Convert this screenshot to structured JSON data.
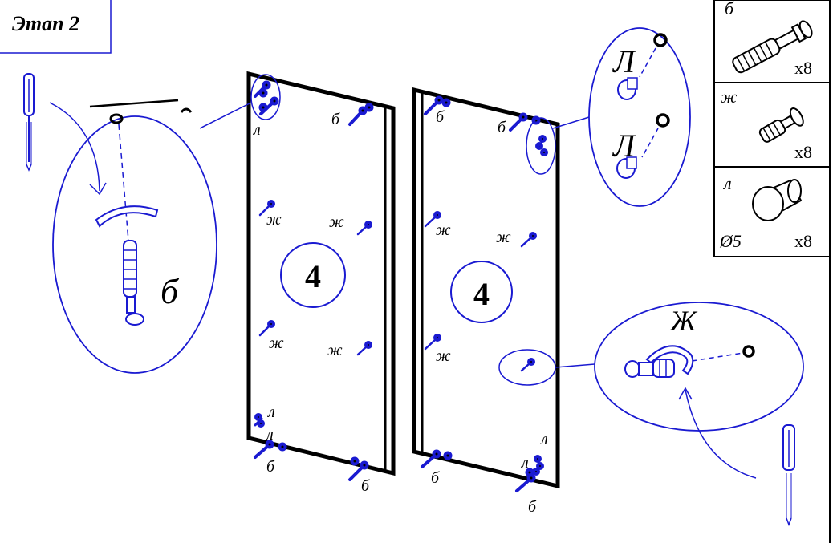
{
  "stage_title": "Этап 2",
  "panel_number": "4",
  "callout_letters": {
    "b": "б",
    "zh": "ж",
    "zh_callout": "Ж",
    "l": "Л",
    "l_small": "л"
  },
  "parts": [
    {
      "id": "b",
      "letter": "б",
      "qty": "x8",
      "icon": "cam-bolt-icon"
    },
    {
      "id": "zh",
      "letter": "ж",
      "qty": "x8",
      "icon": "dowel-bolt-icon"
    },
    {
      "id": "l",
      "letter": "л",
      "qty": "x8",
      "size": "Ø5",
      "icon": "plastic-plug-icon"
    }
  ],
  "colors": {
    "line": "#000000",
    "accent": "#1a1ad1"
  }
}
